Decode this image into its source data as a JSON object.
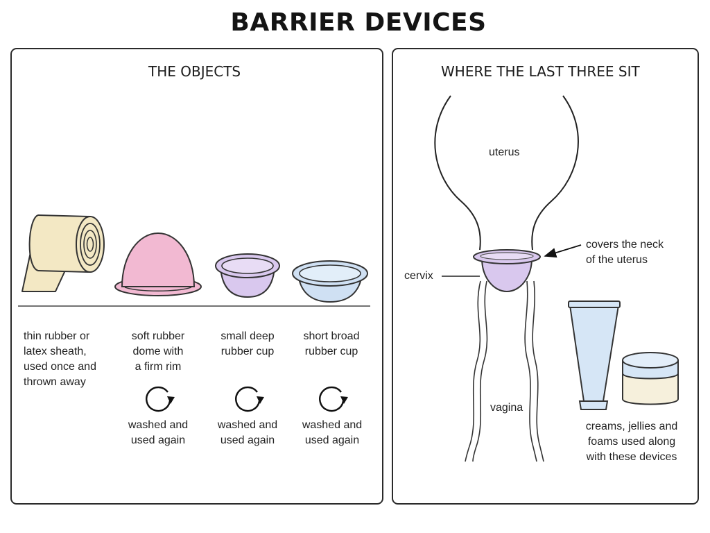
{
  "title": "BARRIER DEVICES",
  "left_panel": {
    "heading": "THE OBJECTS",
    "objects": [
      {
        "name": "condom",
        "desc": [
          "thin rubber or",
          "latex sheath,",
          "used once and",
          "thrown away"
        ],
        "reuse": null,
        "color": "#f3e8c4"
      },
      {
        "name": "diaphragm",
        "desc": [
          "soft rubber",
          "dome with",
          "a firm rim"
        ],
        "reuse": [
          "washed and",
          "used again"
        ],
        "color": "#f2b9d2"
      },
      {
        "name": "cervical-cap",
        "desc": [
          "small deep",
          "rubber cup"
        ],
        "reuse": [
          "washed and",
          "used again"
        ],
        "color": "#d9c8ee"
      },
      {
        "name": "vault-cap",
        "desc": [
          "short broad",
          "rubber cup"
        ],
        "reuse": [
          "washed and",
          "used again"
        ],
        "color": "#cfe0f3"
      }
    ]
  },
  "right_panel": {
    "heading": "WHERE THE LAST THREE SIT",
    "labels": {
      "uterus": "uterus",
      "cervix": "cervix",
      "vagina": "vagina",
      "covers": [
        "covers the neck",
        "of the uterus"
      ],
      "creams": [
        "creams, jellies and",
        "foams used along",
        "with these devices"
      ]
    },
    "colors": {
      "cap": "#d9c8ee",
      "tube": "#d6e6f6",
      "jar": "#f6f0dc",
      "jar_lid": "#d6e6f6"
    }
  },
  "colors": {
    "outline": "#2a2a2a",
    "text": "#222222"
  }
}
